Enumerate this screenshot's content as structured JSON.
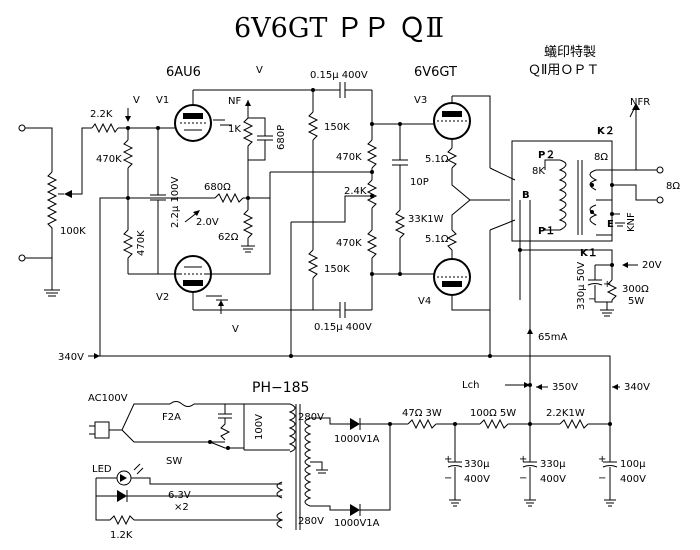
{
  "title": "6V6GT ＰＰ ＱⅡ",
  "tubes": {
    "v1": "V1",
    "v2": "V2",
    "v3": "V3",
    "v4": "V4",
    "driver_type": "6AU6",
    "output_type": "6V6GT"
  },
  "opt": {
    "maker": "蟻印特製",
    "name": "ＱⅡ用ＯＰＴ",
    "p1": "P１",
    "p2": "P２",
    "k1": "K１",
    "k2": "K２",
    "b": "B",
    "e": "E",
    "imp_primary": "8K",
    "imp_secondary": "8Ω"
  },
  "labels": {
    "v_top": "V",
    "v_mid": "V",
    "v_bottom": "V",
    "nf": "NF",
    "nfr": "NFR",
    "knf": "KNF",
    "r_2k2": "2.2K",
    "r_470k_a": "470K",
    "r_470k_b": "470K",
    "r_100k_vol": "100K",
    "c_2u2": "2.2μ 100V",
    "r_680": "680Ω",
    "v_2": "2.0V",
    "r_62": "62Ω",
    "r_1k": "1K",
    "c_680p": "680P",
    "c_015_top": "0.15μ 400V",
    "c_015_bottom": "0.15μ 400V",
    "r_150k_a": "150K",
    "r_150k_b": "150K",
    "r_470k_c": "470K",
    "r_470k_d": "470K",
    "r_2k4": "2.4K",
    "c_10p": "10P",
    "r_33k": "33K1W",
    "r_51_a": "5.1Ω",
    "r_51_b": "5.1Ω",
    "out_8": "8Ω",
    "v_20": "20V",
    "c_330_50": "330μ 50V",
    "r_300": "300Ω",
    "r_300_w": "5W",
    "i_65": "65mA",
    "v_340_left": "340V",
    "v_340_right": "340V",
    "v_350": "350V",
    "lch": "Lch"
  },
  "power": {
    "transformer": "PH−185",
    "ac": "AC100V",
    "fuse": "F2A",
    "sw": "SW",
    "v100": "100V",
    "sec_280_a": "280V",
    "sec_280_b": "280V",
    "diode_a": "1000V1A",
    "diode_b": "1000V1A",
    "led": "LED",
    "heater": "6.3V",
    "heater_x2": "×2",
    "r_1k2": "1.2K",
    "r_47": "47Ω 3W",
    "r_100": "100Ω 5W",
    "r_2k2_1w": "2.2K1W",
    "c1_val": "330μ",
    "c1_v": "400V",
    "c2_val": "330μ",
    "c2_v": "400V",
    "c3_val": "100μ",
    "c3_v": "400V"
  }
}
